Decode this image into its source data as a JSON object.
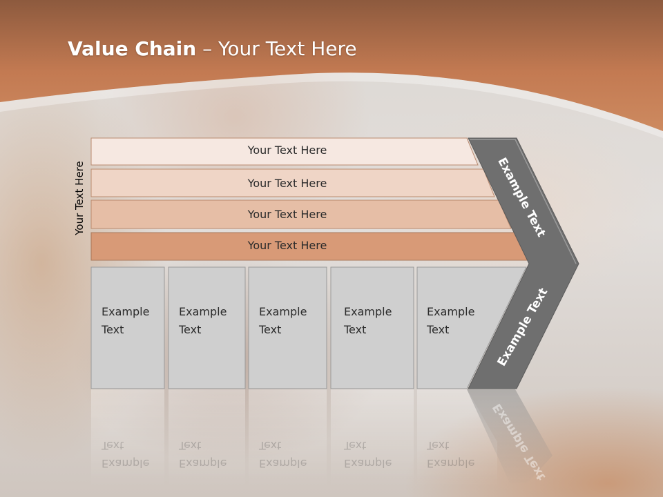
{
  "slide": {
    "title_bold": "Value Chain",
    "title_rest": "– Your Text Here",
    "vertical_label": "Your Text Here"
  },
  "rows": [
    {
      "label": "Your Text Here",
      "color": "#f6e8e1"
    },
    {
      "label": "Your Text Here",
      "color": "#efd5c6"
    },
    {
      "label": "Your Text Here",
      "color": "#e6bea6"
    },
    {
      "label": "Your Text Here",
      "color": "#d89a77"
    }
  ],
  "boxes": [
    {
      "line1": "Example",
      "line2": "Text"
    },
    {
      "line1": "Example",
      "line2": "Text"
    },
    {
      "line1": "Example",
      "line2": "Text"
    },
    {
      "line1": "Example",
      "line2": "Text"
    },
    {
      "line1": "Example",
      "line2": "Text"
    }
  ],
  "chevron": {
    "top_label": "Example Text",
    "bottom_label": "Example Text",
    "color": "#6f6f6f"
  },
  "colors": {
    "header_orange": "#c6764a",
    "box_gray": "#cfcfcf",
    "box_border": "#9a9a9a"
  }
}
